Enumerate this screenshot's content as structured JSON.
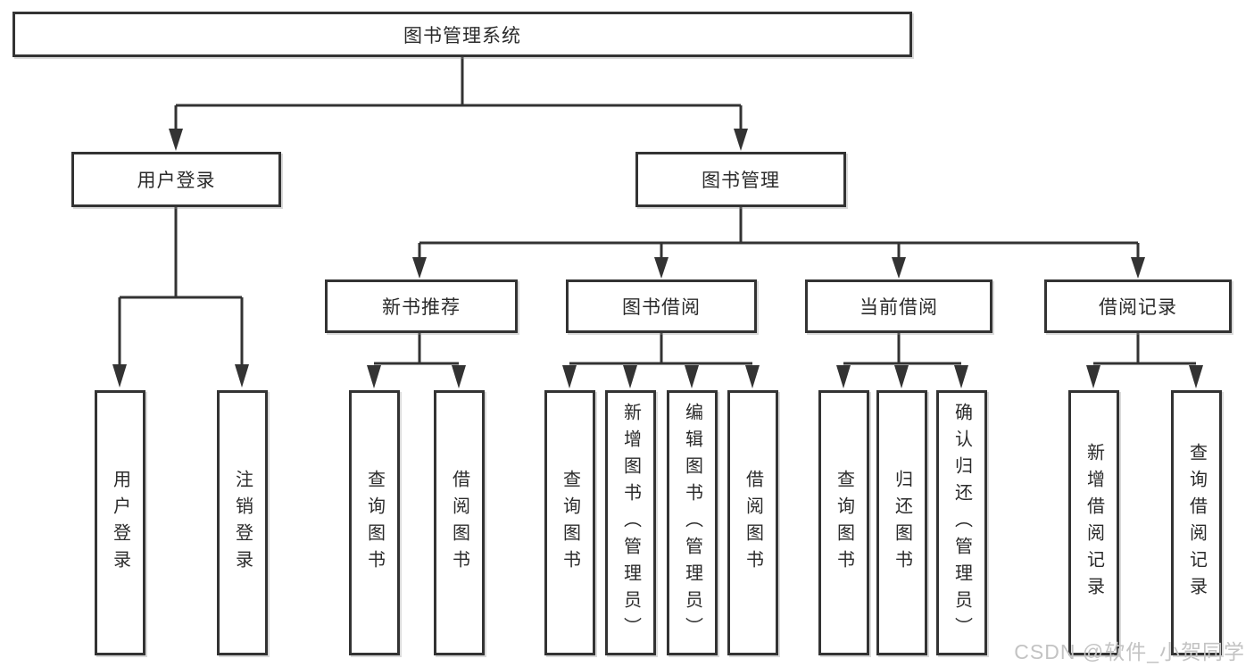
{
  "diagram": {
    "root": {
      "label": "图书管理系统"
    },
    "branches": [
      {
        "label": "用户登录",
        "children": [
          {
            "label": "用户登录"
          },
          {
            "label": "注销登录"
          }
        ]
      },
      {
        "label": "图书管理",
        "children": [
          {
            "label": "新书推荐",
            "children": [
              {
                "label": "查询图书"
              },
              {
                "label": "借阅图书"
              }
            ]
          },
          {
            "label": "图书借阅",
            "children": [
              {
                "label": "查询图书"
              },
              {
                "label": "新增图书（管理员）"
              },
              {
                "label": "编辑图书（管理员）"
              },
              {
                "label": "借阅图书"
              }
            ]
          },
          {
            "label": "当前借阅",
            "children": [
              {
                "label": "查询图书"
              },
              {
                "label": "归还图书"
              },
              {
                "label": "确认归还（管理员）"
              }
            ]
          },
          {
            "label": "借阅记录",
            "children": [
              {
                "label": "新增借阅记录"
              },
              {
                "label": "查询借阅记录"
              }
            ]
          }
        ]
      }
    ]
  },
  "watermark": {
    "text": "CSDN @软件_小贺同学"
  },
  "colors": {
    "line": "#333333",
    "box_border": "#333333",
    "text": "#2b2b2b",
    "background": "#ffffff",
    "watermark": "#c3c3c3"
  }
}
